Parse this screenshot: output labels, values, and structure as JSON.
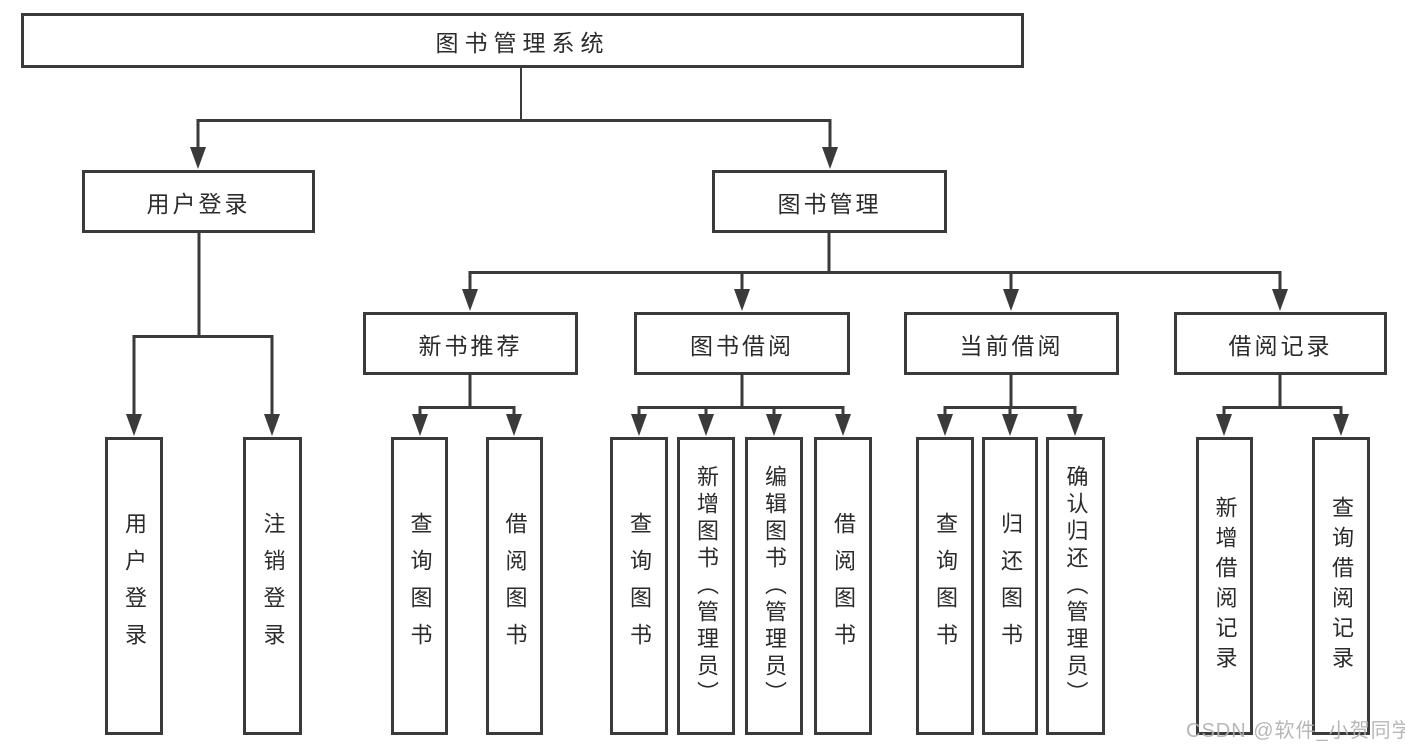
{
  "diagram": {
    "root": {
      "label": "图书管理系统"
    },
    "children": [
      {
        "label": "用户登录",
        "children": [
          {
            "label": "用户登录"
          },
          {
            "label": "注销登录"
          }
        ]
      },
      {
        "label": "图书管理",
        "children": [
          {
            "label": "新书推荐",
            "children": [
              {
                "label": "查询图书"
              },
              {
                "label": "借阅图书"
              }
            ]
          },
          {
            "label": "图书借阅",
            "children": [
              {
                "label": "查询图书"
              },
              {
                "label": "新增图书（管理员）"
              },
              {
                "label": "编辑图书（管理员）"
              },
              {
                "label": "借阅图书"
              }
            ]
          },
          {
            "label": "当前借阅",
            "children": [
              {
                "label": "查询图书"
              },
              {
                "label": "归还图书"
              },
              {
                "label": "确认归还（管理员）"
              }
            ]
          },
          {
            "label": "借阅记录",
            "children": [
              {
                "label": "新增借阅记录"
              },
              {
                "label": "查询借阅记录"
              }
            ]
          }
        ]
      }
    ]
  },
  "watermark": {
    "text": "CSDN @软件_小贺同学"
  },
  "colors": {
    "line": "#3a3a3a",
    "text": "#2b2b2b",
    "background": "#ffffff",
    "watermark": "#b1b1b1"
  }
}
